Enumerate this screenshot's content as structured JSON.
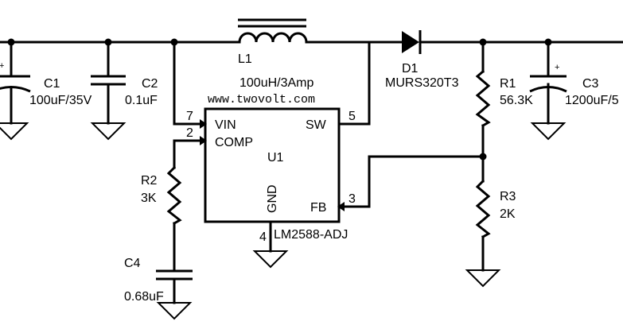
{
  "components": {
    "c1": {
      "ref": "C1",
      "value": "100uF/35V",
      "polarity": "+"
    },
    "c2": {
      "ref": "C2",
      "value": "0.1uF"
    },
    "l1": {
      "ref": "L1",
      "value": "100uH/3Amp"
    },
    "d1": {
      "ref": "D1",
      "value": "MURS320T3"
    },
    "r1": {
      "ref": "R1",
      "value": "56.3K"
    },
    "c3": {
      "ref": "C3",
      "value": "1200uF/5",
      "polarity": "+"
    },
    "r2": {
      "ref": "R2",
      "value": "3K"
    },
    "r3": {
      "ref": "R3",
      "value": "2K"
    },
    "c4": {
      "ref": "C4",
      "value": "0.68uF"
    }
  },
  "ic": {
    "ref": "U1",
    "part": "LM2588-ADJ",
    "pins": {
      "vin": {
        "label": "VIN",
        "number": "7"
      },
      "comp": {
        "label": "COMP",
        "number": "2"
      },
      "sw": {
        "label": "SW",
        "number": "5"
      },
      "fb": {
        "label": "FB",
        "number": "3"
      },
      "gnd": {
        "label": "GND",
        "number": "4"
      }
    }
  },
  "watermark": "www.twovolt.com"
}
